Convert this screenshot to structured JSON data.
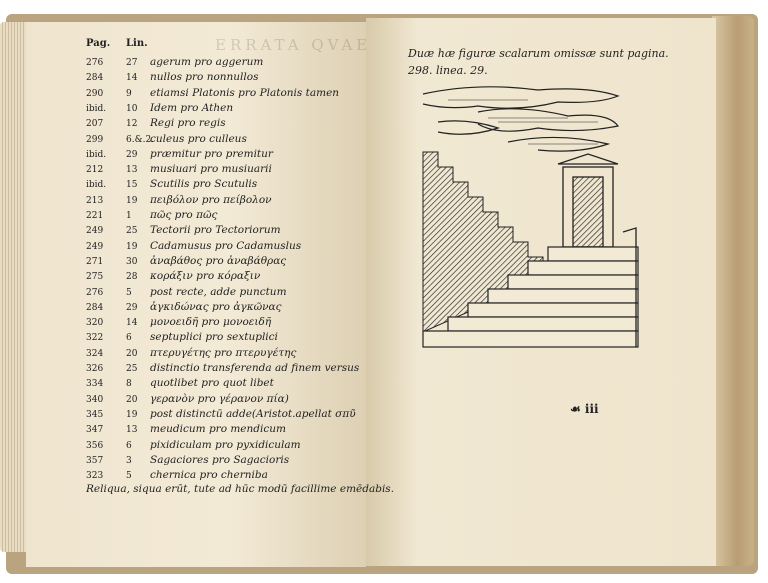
{
  "left_page": {
    "ghost_heading": "ERRATA QVAE",
    "headers": {
      "page": "Pag.",
      "line": "Lin."
    },
    "rows": [
      {
        "page": "276",
        "line": "27",
        "text": "agerum pro aggerum"
      },
      {
        "page": "284",
        "line": "14",
        "text": "nullos pro nonnullos"
      },
      {
        "page": "290",
        "line": "9",
        "text": "etiamsi Platonis pro Platonis tamen"
      },
      {
        "page": "ibid.",
        "line": "10",
        "text": "Idem pro Athen"
      },
      {
        "page": "207",
        "line": "12",
        "text": "Regi pro regis"
      },
      {
        "page": "299",
        "line": "6.&.2.",
        "text": "culeus pro culleus"
      },
      {
        "page": "ibid.",
        "line": "29",
        "text": "præmitur pro premitur"
      },
      {
        "page": "212",
        "line": "13",
        "text": "musiuari pro musiuarii"
      },
      {
        "page": "ibid.",
        "line": "15",
        "text": "Scutilis pro Scutulis"
      },
      {
        "page": "213",
        "line": "19",
        "text": "πειβόλον pro πείβολον"
      },
      {
        "page": "221",
        "line": "1",
        "text": "πῶς pro πῶς"
      },
      {
        "page": "249",
        "line": "25",
        "text": "Tectorii pro Tectoriorum"
      },
      {
        "page": "249",
        "line": "19",
        "text": "Cadamusus pro Cadamuslus"
      },
      {
        "page": "271",
        "line": "30",
        "text": "ἀναβάθος pro ἀναβάθρας"
      },
      {
        "page": "275",
        "line": "28",
        "text": "κοράξιν pro κόραξιν"
      },
      {
        "page": "276",
        "line": "5",
        "text": "post recte, adde punctum"
      },
      {
        "page": "284",
        "line": "29",
        "text": "ἀγκιδώνας pro ἀγκῶνας"
      },
      {
        "page": "320",
        "line": "14",
        "text": "μονοειδῆ pro μονοειδῆ"
      },
      {
        "page": "322",
        "line": "6",
        "text": "septuplici pro sextuplici"
      },
      {
        "page": "324",
        "line": "20",
        "text": "πτερυγέτης pro πτερυγέτης"
      },
      {
        "page": "326",
        "line": "25",
        "text": "distinctio transferenda ad finem versus"
      },
      {
        "page": "334",
        "line": "8",
        "text": "quotlibet pro quot libet"
      },
      {
        "page": "340",
        "line": "20",
        "text": "γερανὸν pro γέρανον          πία)"
      },
      {
        "page": "345",
        "line": "19",
        "text": "post distinctū adde(Aristot.apellat σπῦ"
      },
      {
        "page": "347",
        "line": "13",
        "text": "meudicum pro mendicum"
      },
      {
        "page": "356",
        "line": "6",
        "text": "pixidiculam pro pyxidiculam"
      },
      {
        "page": "357",
        "line": "3",
        "text": "Sagaciores pro Sagacioris"
      },
      {
        "page": "323",
        "line": "5",
        "text": "chernica pro cherniba"
      }
    ],
    "footer": "Reliqua, siqua erūt, tute ad hūc modū facillime emēdabis."
  },
  "right_page": {
    "caption": "Duæ hæ figuræ scalarum omissæ sunt pagina. 298. linea. 29.",
    "signature": "☙ iii"
  }
}
